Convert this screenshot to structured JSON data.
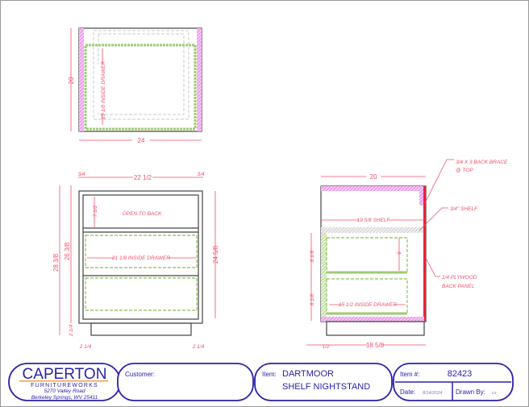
{
  "top_view": {
    "width_dim": "24",
    "depth_dim": "20",
    "drawer_label": "15 1/8 INSIDE DRAWER"
  },
  "front_view": {
    "width_dim": "22 1/2",
    "side_left_dim": "3/4",
    "side_right_dim": "3/4",
    "overall_height_dim": "28 3/8",
    "case_height_dim": "26 3/8",
    "right_height_dim": "24 5/8",
    "base_height_dim": "2 1/4",
    "opening_dim": "7 1/2",
    "opening_label": "OPEN TO BACK",
    "drawer_label": "21 1/8 INSIDE DRAWER",
    "base_left_dim": "2 1/4",
    "base_right_dim": "2 1/4"
  },
  "side_view": {
    "depth_dim": "20",
    "shelf_dim": "19 5/8 SHELF",
    "drawer_upper_dim": "8 1/8",
    "drawer_lower_dim": "8 1/8",
    "drawer_inner_dim": "6",
    "drawer_label": "15 1/2 INSIDE DRAWER",
    "front_dim": "1/2",
    "bottom_depth_dim": "18 5/8",
    "back_brace_note": [
      "3/4 X 3 BACK BRACE",
      "@ TOP"
    ],
    "shelf_note": "3/4\" SHELF",
    "back_panel_note": [
      "1/4 PLYWOOD",
      "BACK PANEL"
    ]
  },
  "title_block": {
    "company": "CAPERTON",
    "company_sub": "FURNITUREWORKS",
    "address1": "5270 Valley Road",
    "address2": "Berkeley Springs, WV  25411",
    "customer_label": "Customer:",
    "customer_value": "",
    "item_label": "Item:",
    "item_line1": "DARTMOOR",
    "item_line2": "SHELF NIGHTSTAND",
    "item_no_label": "Item #:",
    "item_no": "82423",
    "date_label": "Date:",
    "date_value": "8/14/2024",
    "drawn_by_label": "Drawn By:",
    "drawn_by_value": "cs"
  },
  "colors": {
    "dimension": "#f0506a",
    "drawer": "#9ccc70",
    "hatch_magenta": "#e060e0",
    "title_blue": "#2a22a8",
    "accent_orange": "#f0a040"
  }
}
